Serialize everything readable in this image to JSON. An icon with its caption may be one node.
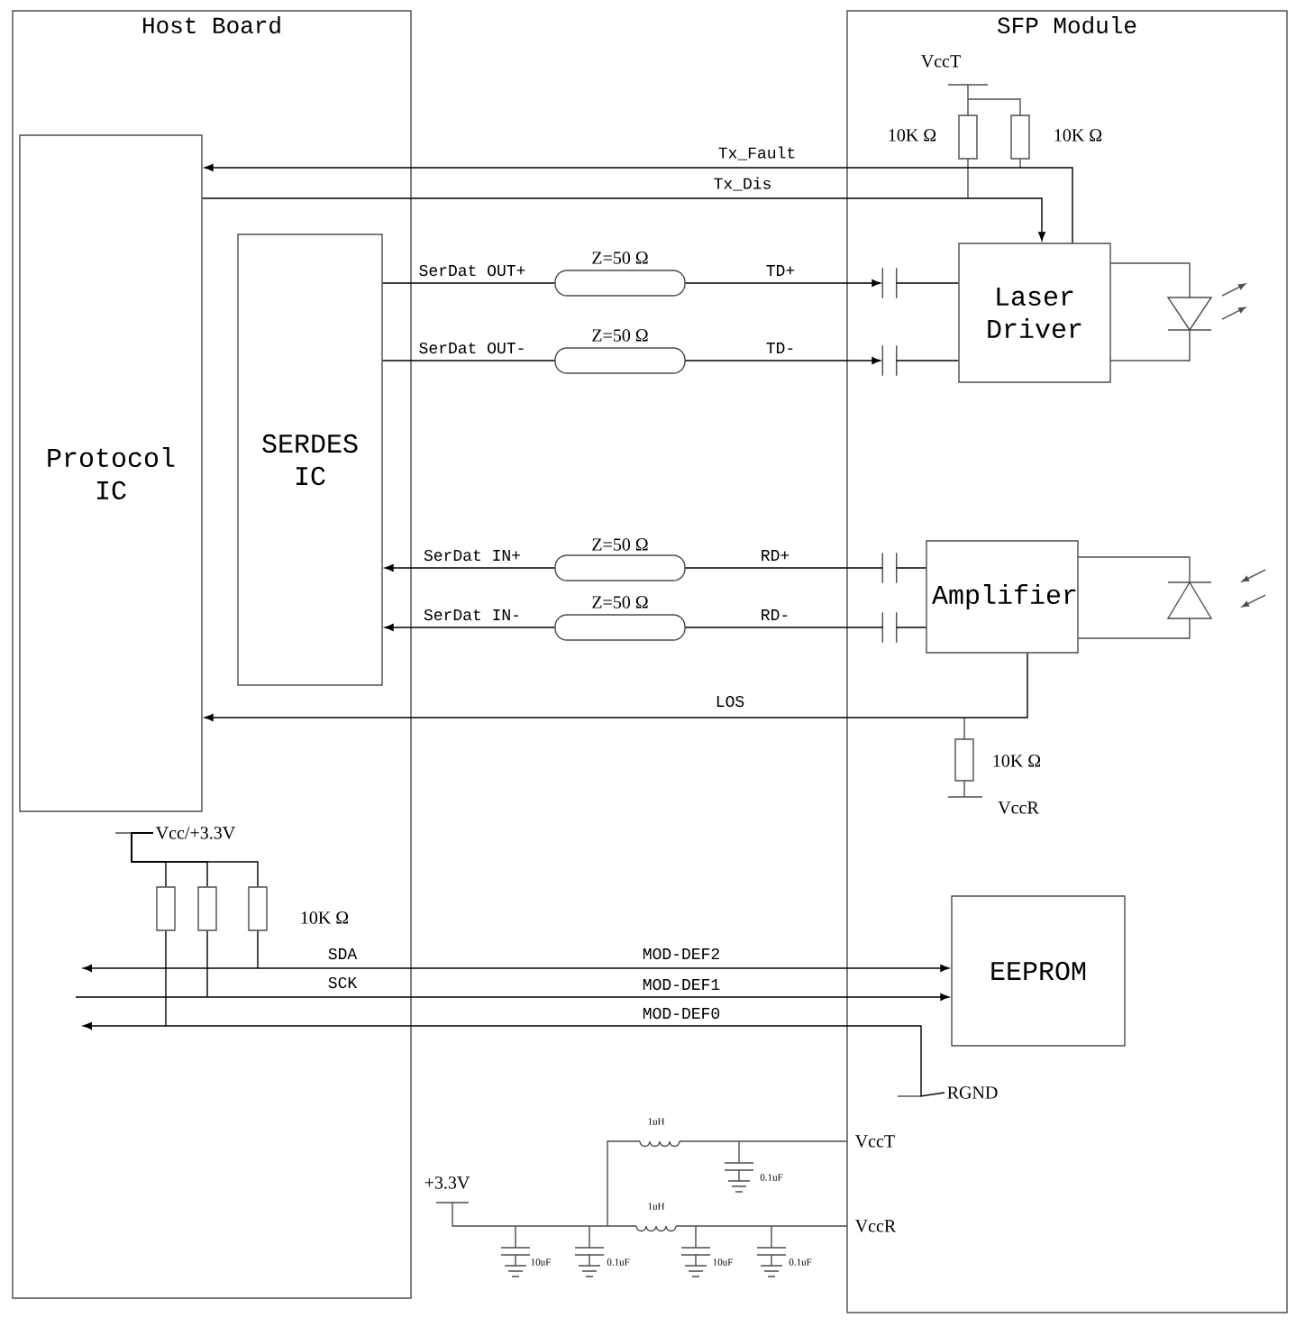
{
  "diagram": {
    "nodes": [
      {
        "text": [
          "Host Board"
        ]
      },
      {
        "text": [
          "Protocol IC"
        ],
        "in": 0
      },
      {
        "text": [
          "SERDES IC"
        ],
        "in": 0
      },
      {
        "text": [
          "SFP Module"
        ]
      },
      {
        "text": [
          "Laser Driver"
        ],
        "in": 3
      },
      {
        "text": [
          "Amplifier"
        ],
        "in": 3
      },
      {
        "text": [
          "EEPROM"
        ],
        "in": 3
      },
      {
        "text": [
          "RGND"
        ],
        "in": 3
      },
      {
        "text": [],
        "shape": "resistor",
        "in": 0
      },
      {
        "text": [],
        "shape": "resistor",
        "in": 0
      },
      {
        "text": [],
        "shape": "resistor",
        "in": 0
      },
      {
        "text": [
          "Vcc/+3.3V"
        ],
        "in": 0
      },
      {
        "text": [],
        "shape": "capacitor",
        "in": 3
      },
      {
        "text": [],
        "shape": "capacitor",
        "in": 3
      },
      {
        "text": [],
        "shape": "capacitor",
        "in": 3
      },
      {
        "text": [],
        "shape": "capacitor",
        "in": 3
      }
    ],
    "edges": [
      {
        "from": 4,
        "to": 1,
        "arrow": "to",
        "label": "Tx_Fault"
      },
      {
        "from": 1,
        "to": 4,
        "arrow": "to",
        "label": "Tx_Dis"
      },
      {
        "from": 2,
        "to": 12,
        "arrow": "to",
        "label": "SerDat OUT+"
      },
      {
        "from": 2,
        "to": 13,
        "arrow": "to",
        "label": "SerDat OUT-"
      },
      {
        "from": 14,
        "to": 2,
        "arrow": "to",
        "label": "SerDat IN+"
      },
      {
        "from": 15,
        "to": 2,
        "arrow": "to",
        "label": "SerDat IN-"
      },
      {
        "from": 5,
        "to": 1,
        "arrow": "to",
        "label": "LOS"
      },
      {
        "from": null,
        "to": 6,
        "arrow": "both",
        "label": "SDA"
      },
      {
        "from": null,
        "to": 6,
        "arrow": "to",
        "label": "SCK"
      },
      {
        "from": 7,
        "to": null,
        "arrow": "to",
        "label": "MOD-DEF0"
      },
      {
        "from": 8,
        "to": null,
        "arrow": "none"
      },
      {
        "from": 9,
        "to": null,
        "arrow": "none"
      },
      {
        "from": 10,
        "to": null,
        "arrow": "none"
      },
      {
        "from": 11,
        "to": 8,
        "arrow": "none"
      },
      {
        "from": 11,
        "to": 9,
        "arrow": "none"
      },
      {
        "from": 11,
        "to": 10,
        "arrow": "none"
      },
      {
        "from": 12,
        "to": 4,
        "arrow": "none"
      },
      {
        "from": 13,
        "to": 4,
        "arrow": "none"
      },
      {
        "from": 5,
        "to": 14,
        "arrow": "none"
      },
      {
        "from": 5,
        "to": 15,
        "arrow": "none"
      }
    ],
    "labels": [
      "Z=50 Ω",
      "TD+",
      "Z=50 Ω",
      "TD-",
      "Z=50 Ω",
      "RD+",
      "Z=50 Ω",
      "RD-",
      "VccT",
      "10K Ω",
      "10K Ω",
      "10K Ω",
      "VccR",
      "10K Ω",
      "MOD-DEF2",
      "MOD-DEF1",
      "+3.3V",
      "1uH",
      "0.1uF",
      "VccT",
      "1uH",
      "VccR",
      "10uF",
      "0.1uF",
      "10uF",
      "0.1uF"
    ]
  }
}
